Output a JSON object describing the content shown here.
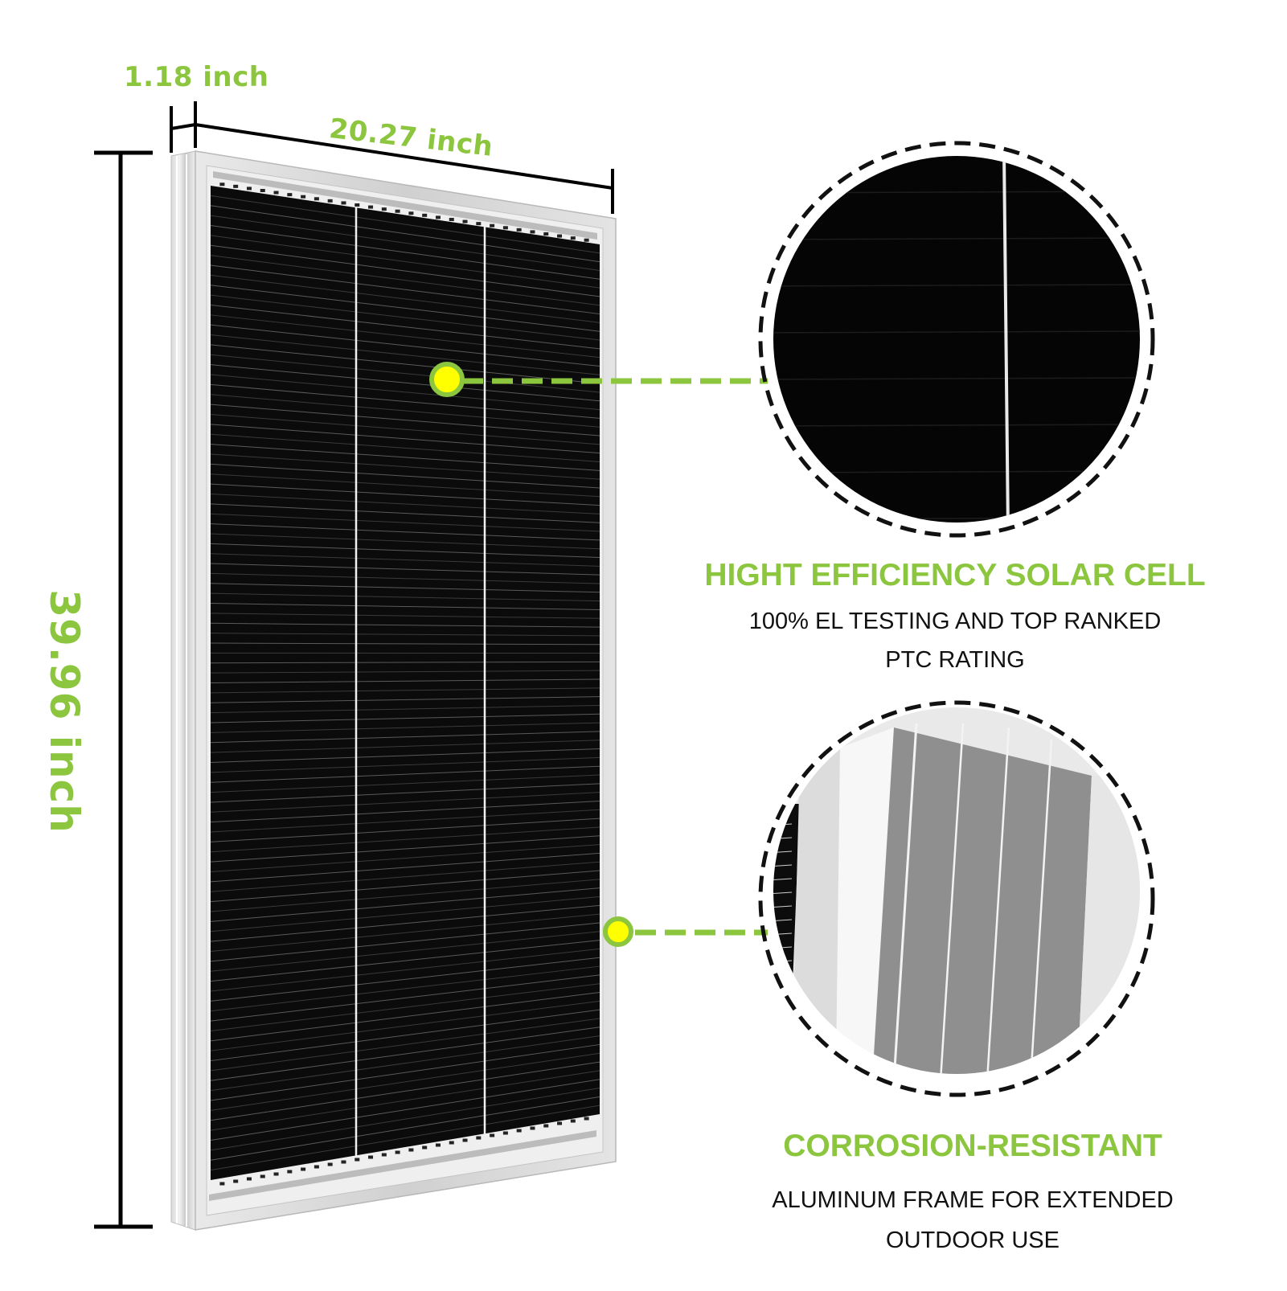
{
  "dimensions": {
    "depth": "1.18 inch",
    "width": "20.27 inch",
    "height": "39.96 inch"
  },
  "features": [
    {
      "title": "HIGHT EFFICIENCY SOLAR CELL",
      "lines": [
        "100% EL TESTING AND TOP RANKED",
        "PTC RATING"
      ],
      "detail_view": "solar-cell-closeup"
    },
    {
      "title": "CORROSION-RESISTANT",
      "lines": [
        "ALUMINUM FRAME FOR EXTENDED",
        "OUTDOOR USE"
      ],
      "detail_view": "aluminum-frame-closeup"
    }
  ],
  "colors": {
    "accent_green": "#8cc63f",
    "marker_yellow": "#ffff00",
    "cell_black": "#0a0a0a",
    "frame_silver": "#d9d9d9"
  }
}
